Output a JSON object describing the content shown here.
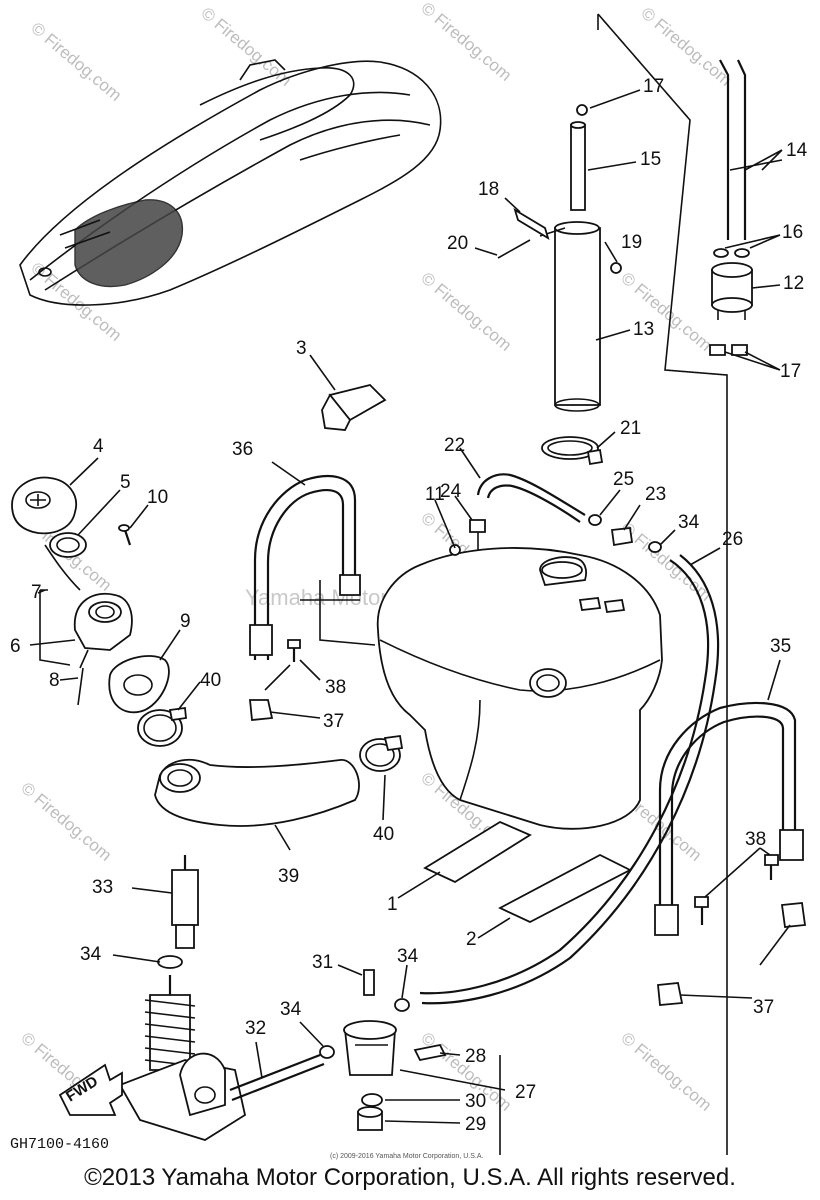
{
  "watermark": {
    "site": "© Firedog.com",
    "owner": "Yamaha Motor Corp., U.S.A."
  },
  "diagram_code": "GH7100-4160",
  "fwd_label": "FWD",
  "small_print": "(c) 2009-2016 Yamaha Motor Corporation, U.S.A.",
  "copyright": "©2013 Yamaha Motor Corporation, U.S.A. All rights reserved.",
  "callouts": {
    "c1": "1",
    "c2": "2",
    "c3": "3",
    "c4": "4",
    "c5": "5",
    "c6": "6",
    "c7": "7",
    "c8": "8",
    "c9": "9",
    "c10": "10",
    "c11": "11",
    "c12": "12",
    "c13": "13",
    "c14": "14",
    "c15": "15",
    "c16": "16",
    "c17a": "17",
    "c17b": "17",
    "c18": "18",
    "c19": "19",
    "c20": "20",
    "c21": "21",
    "c22": "22",
    "c23": "23",
    "c24": "24",
    "c25": "25",
    "c26": "26",
    "c27": "27",
    "c28": "28",
    "c29": "29",
    "c30": "30",
    "c31": "31",
    "c32": "32",
    "c33": "33",
    "c34a": "34",
    "c34b": "34",
    "c34c": "34",
    "c34d": "34",
    "c35": "35",
    "c36": "36",
    "c37a": "37",
    "c37b": "37",
    "c38a": "38",
    "c38b": "38",
    "c39": "39",
    "c40a": "40",
    "c40b": "40"
  }
}
